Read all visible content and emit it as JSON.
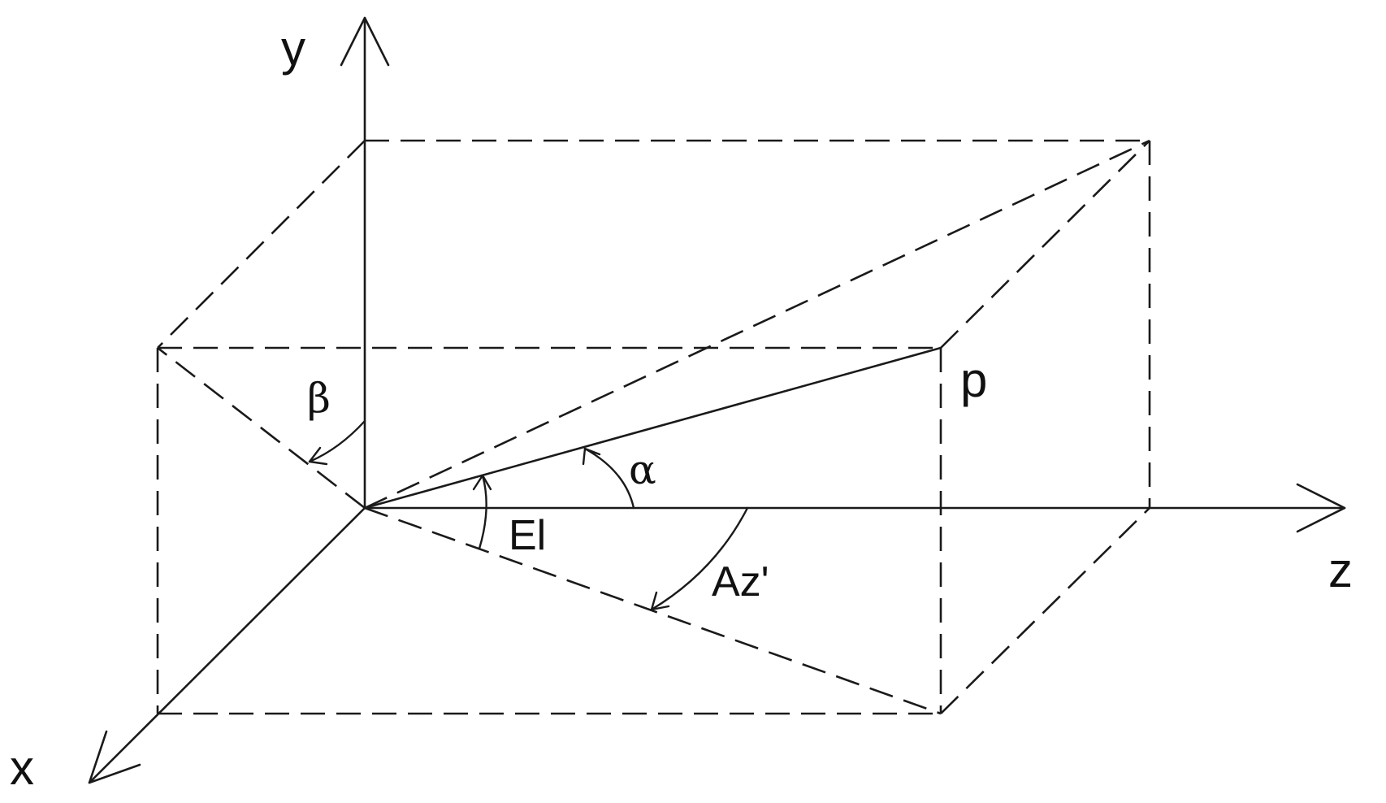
{
  "diagram": {
    "axes": {
      "x_label": "x",
      "y_label": "y",
      "z_label": "z"
    },
    "point_label": "p",
    "angles": {
      "alpha": "α",
      "beta": "β",
      "elevation": "El",
      "azimuth": "Az'"
    }
  }
}
